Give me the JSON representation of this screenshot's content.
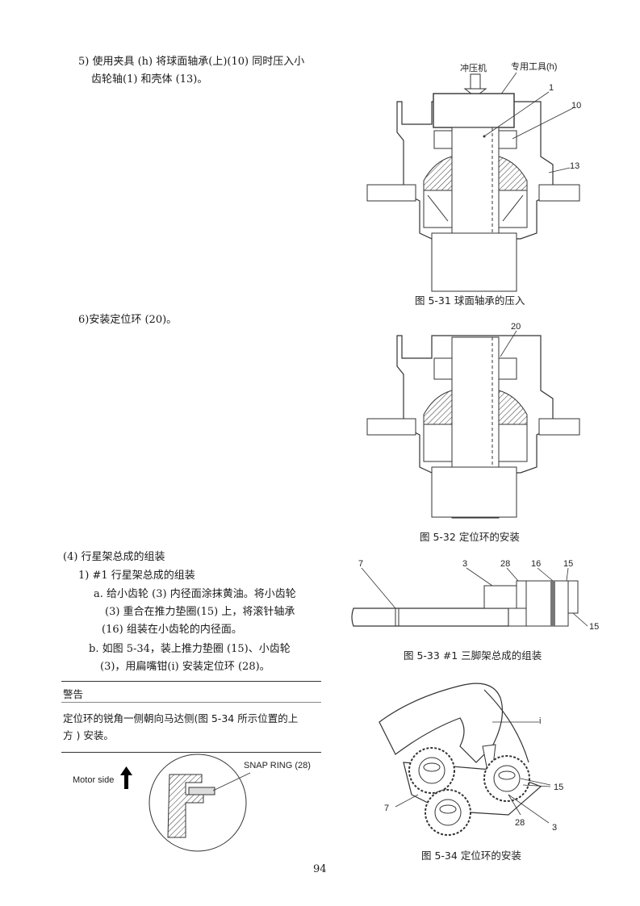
{
  "step5": {
    "line1": "5) 使用夹具 (h) 将球面轴承(上)(10) 同时压入小",
    "line2": "齿轮轴(1) 和壳体 (13)。"
  },
  "fig31": {
    "caption": "图 5-31 球面轴承的压入",
    "label_press": "冲压机",
    "label_tool": "专用工具(h)",
    "callouts": [
      "1",
      "10",
      "13"
    ]
  },
  "step6": {
    "text": "6)安装定位环 (20)。"
  },
  "fig32": {
    "caption": "图 5-32 定位环的安装",
    "callouts": [
      "20"
    ]
  },
  "section4": {
    "heading": "(4) 行星架总成的组装",
    "sub1": "1) #1 行星架总成的组装",
    "a_line1": "a. 给小齿轮 (3) 内径面涂抹黄油。将小齿轮",
    "a_line2": "(3) 重合在推力垫圈(15) 上，将滚针轴承",
    "a_line3": "(16) 组装在小齿轮的内径面。",
    "b_line1": "b. 如图 5-34，装上推力垫圈 (15)、小齿轮",
    "b_line2": "(3)，用扁嘴钳(i) 安装定位环 (28)。"
  },
  "fig33": {
    "caption": "图 5-33 #1 三脚架总成的组装",
    "callouts": [
      "7",
      "3",
      "28",
      "16",
      "15",
      "15"
    ]
  },
  "warning": {
    "title": "警告",
    "line1": "定位环的锐角一侧朝向马达侧(图 5-34 所示位置的上",
    "line2": "方 ) 安装。",
    "motor_side": "Motor side",
    "snap_ring": "SNAP RING (28)"
  },
  "fig34": {
    "caption": "图 5-34 定位环的安装",
    "callouts": [
      "i",
      "15",
      "7",
      "28",
      "3"
    ]
  },
  "page_number": "94"
}
